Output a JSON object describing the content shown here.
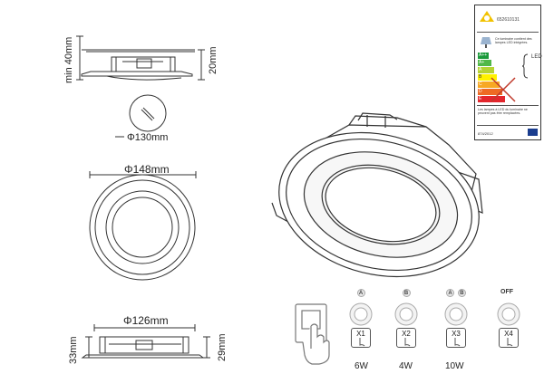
{
  "dimensions": {
    "min_height": "min 40mm",
    "rim_height": "20mm",
    "cutout_diameter": "Φ130mm",
    "outer_diameter": "Φ148mm",
    "inner_diameter": "Φ126mm",
    "height_33": "33mm",
    "height_29": "29mm"
  },
  "energy_label": {
    "code": "652610131",
    "description": "Ce luminaire contient des lampes LED intégrées.",
    "classes": [
      "A++",
      "A+",
      "A",
      "B",
      "C",
      "D",
      "E"
    ],
    "led_text": "LED",
    "note": "Les lampes à LED du luminaire ne peuvent pas être remplacées.",
    "regulation": "874/2012"
  },
  "modes": [
    {
      "indicators": [
        "A"
      ],
      "switch": "X1",
      "power": "6W"
    },
    {
      "indicators": [
        "B"
      ],
      "switch": "X2",
      "power": "4W"
    },
    {
      "indicators": [
        "A",
        "B"
      ],
      "switch": "X3",
      "power": "10W"
    },
    {
      "indicators": [
        "OFF"
      ],
      "switch": "X4",
      "power": ""
    }
  ],
  "colors": {
    "line": "#333333",
    "label_border": "#333333",
    "class_green_dark": "#1a9a3a",
    "class_green": "#50b848",
    "class_lime": "#b5d334",
    "class_yellow": "#fff200",
    "class_orange": "#f7a823",
    "class_orange_dark": "#ee6a24",
    "class_red": "#e3262d",
    "eu_blue": "#1a3d8f"
  }
}
